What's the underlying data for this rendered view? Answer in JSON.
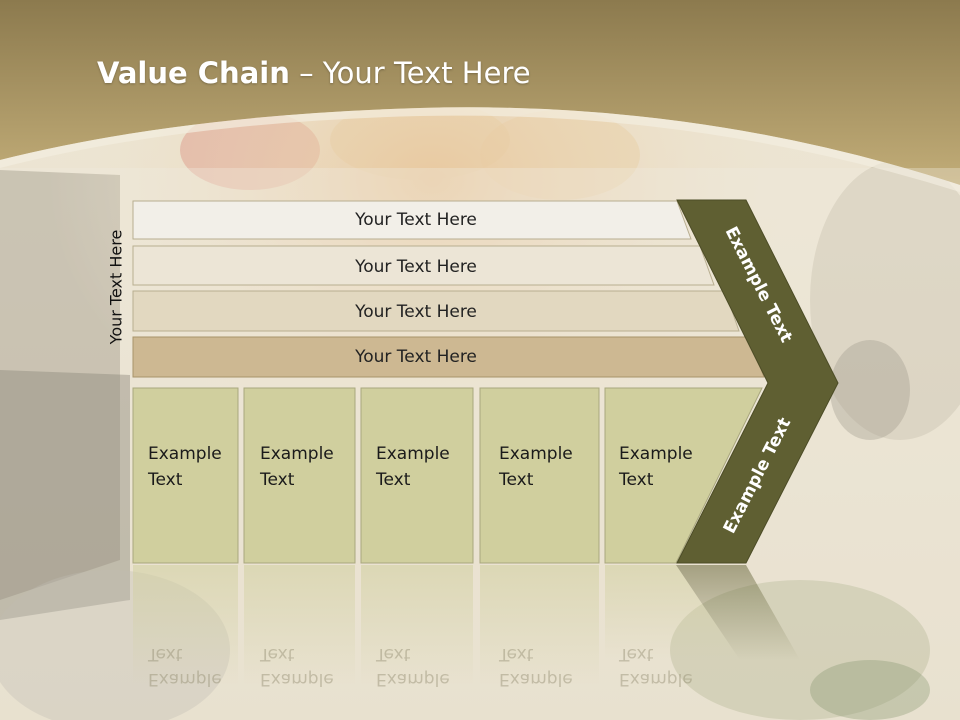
{
  "slide": {
    "title_bold": "Value Chain",
    "title_rest": " – Your Text Here",
    "side_label": "Your Text Here"
  },
  "rows": [
    {
      "label": "Your Text Here",
      "color": "#f2efe8"
    },
    {
      "label": "Your Text Here",
      "color": "#ece5d6"
    },
    {
      "label": "Your Text Here",
      "color": "#e2d8c0"
    },
    {
      "label": "Your Text Here",
      "color": "#cdb892"
    }
  ],
  "cells": [
    {
      "line1": "Example",
      "line2": "Text"
    },
    {
      "line1": "Example",
      "line2": "Text"
    },
    {
      "line1": "Example",
      "line2": "Text"
    },
    {
      "line1": "Example",
      "line2": "Text"
    },
    {
      "line1": "Example",
      "line2": "Text"
    }
  ],
  "arrow": {
    "upper_label": "Example Text",
    "lower_label": "Example Text",
    "color": "#5f5f32"
  },
  "colors": {
    "header_band": "#b59f6a",
    "cell_fill": "#d0cf9e"
  }
}
